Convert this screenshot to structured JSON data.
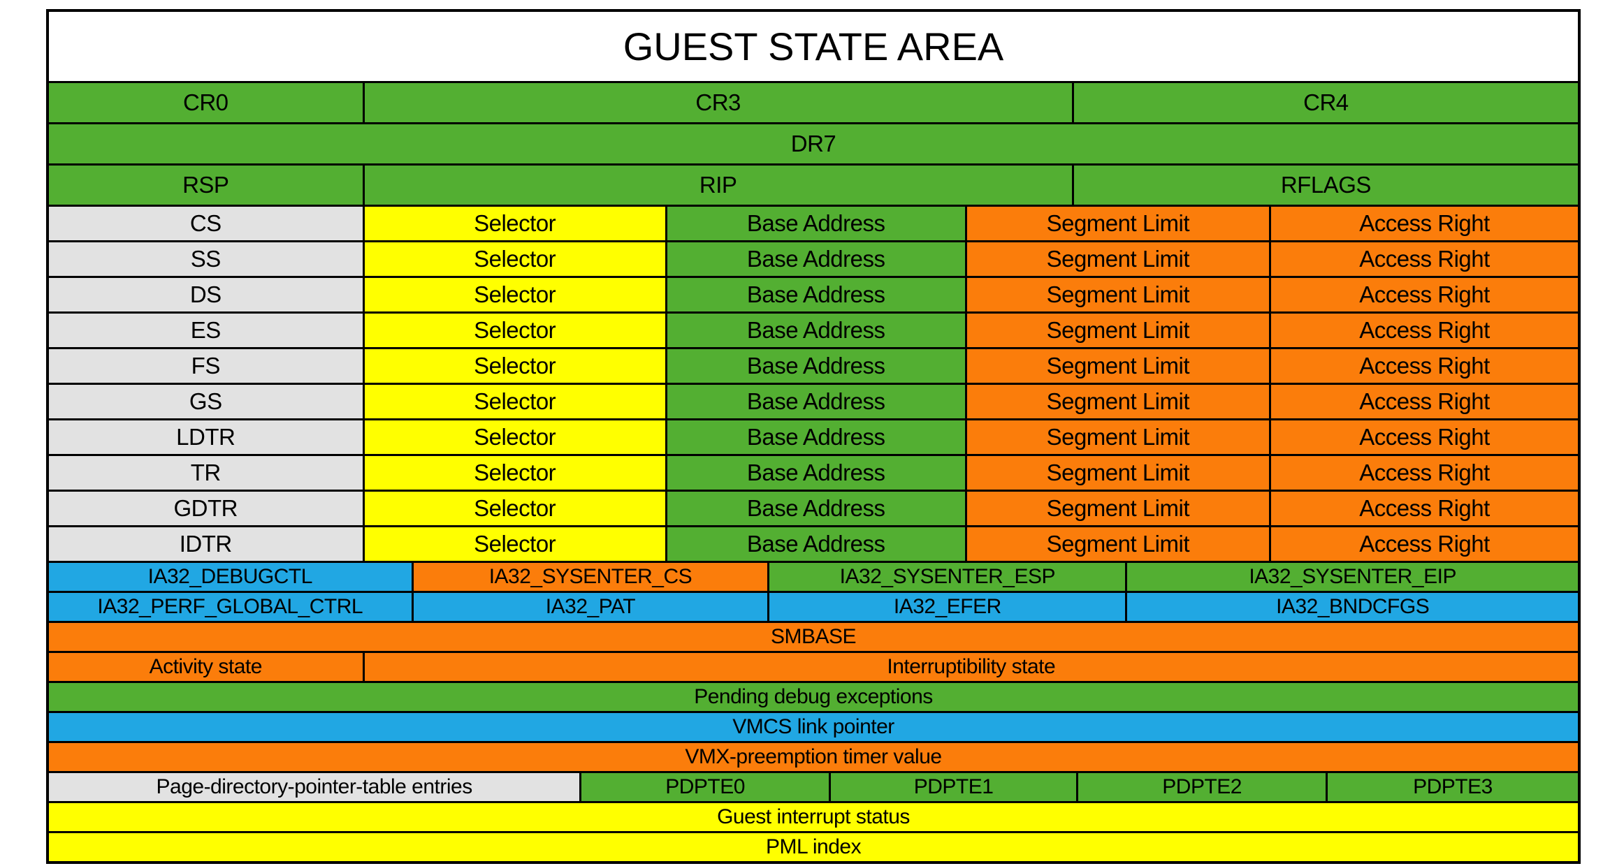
{
  "title": "GUEST STATE AREA",
  "palette": {
    "green": "#53AF32",
    "orange": "#FB7D0B",
    "blue": "#21A7E3",
    "yellow": "#FFFF00",
    "gray": "#E2E2E2",
    "white": "#FFFFFF",
    "border": "#000000",
    "text": "#000000"
  },
  "table": {
    "rows": [
      {
        "id": "title",
        "kind": "title",
        "height": 99,
        "cells": [
          {
            "label": "GUEST STATE AREA",
            "color": "white",
            "width": 0
          }
        ]
      },
      {
        "id": "control-registers",
        "height": 59,
        "cells": [
          {
            "label": "CR0",
            "color": "green",
            "width": 20.5
          },
          {
            "label": "CR3",
            "color": "green",
            "width": 46.4
          },
          {
            "label": "CR4",
            "color": "green",
            "width": 0
          }
        ]
      },
      {
        "id": "dr7",
        "height": 59,
        "cells": [
          {
            "label": "DR7",
            "color": "green",
            "width": 0
          }
        ]
      },
      {
        "id": "rsp-rip-rflags",
        "height": 59,
        "cells": [
          {
            "label": "RSP",
            "color": "green",
            "width": 20.5
          },
          {
            "label": "RIP",
            "color": "green",
            "width": 46.4
          },
          {
            "label": "RFLAGS",
            "color": "green",
            "width": 0
          }
        ]
      },
      {
        "id": "segment-cs",
        "height": 51,
        "cells": [
          {
            "label": "CS",
            "color": "gray",
            "width": 20.5
          },
          {
            "label": "Selector",
            "color": "yellow",
            "width": 19.8
          },
          {
            "label": "Base Address",
            "color": "green",
            "width": 19.6
          },
          {
            "label": "Segment Limit",
            "color": "orange",
            "width": 19.9
          },
          {
            "label": "Access Right",
            "color": "orange",
            "width": 0
          }
        ]
      },
      {
        "id": "segment-ss",
        "height": 51,
        "cells": [
          {
            "label": "SS",
            "color": "gray",
            "width": 20.5
          },
          {
            "label": "Selector",
            "color": "yellow",
            "width": 19.8
          },
          {
            "label": "Base Address",
            "color": "green",
            "width": 19.6
          },
          {
            "label": "Segment Limit",
            "color": "orange",
            "width": 19.9
          },
          {
            "label": "Access Right",
            "color": "orange",
            "width": 0
          }
        ]
      },
      {
        "id": "segment-ds",
        "height": 51,
        "cells": [
          {
            "label": "DS",
            "color": "gray",
            "width": 20.5
          },
          {
            "label": "Selector",
            "color": "yellow",
            "width": 19.8
          },
          {
            "label": "Base Address",
            "color": "green",
            "width": 19.6
          },
          {
            "label": "Segment Limit",
            "color": "orange",
            "width": 19.9
          },
          {
            "label": "Access Right",
            "color": "orange",
            "width": 0
          }
        ]
      },
      {
        "id": "segment-es",
        "height": 51,
        "cells": [
          {
            "label": "ES",
            "color": "gray",
            "width": 20.5
          },
          {
            "label": "Selector",
            "color": "yellow",
            "width": 19.8
          },
          {
            "label": "Base Address",
            "color": "green",
            "width": 19.6
          },
          {
            "label": "Segment Limit",
            "color": "orange",
            "width": 19.9
          },
          {
            "label": "Access Right",
            "color": "orange",
            "width": 0
          }
        ]
      },
      {
        "id": "segment-fs",
        "height": 51,
        "cells": [
          {
            "label": "FS",
            "color": "gray",
            "width": 20.5
          },
          {
            "label": "Selector",
            "color": "yellow",
            "width": 19.8
          },
          {
            "label": "Base Address",
            "color": "green",
            "width": 19.6
          },
          {
            "label": "Segment Limit",
            "color": "orange",
            "width": 19.9
          },
          {
            "label": "Access Right",
            "color": "orange",
            "width": 0
          }
        ]
      },
      {
        "id": "segment-gs",
        "height": 51,
        "cells": [
          {
            "label": "GS",
            "color": "gray",
            "width": 20.5
          },
          {
            "label": "Selector",
            "color": "yellow",
            "width": 19.8
          },
          {
            "label": "Base Address",
            "color": "green",
            "width": 19.6
          },
          {
            "label": "Segment Limit",
            "color": "orange",
            "width": 19.9
          },
          {
            "label": "Access Right",
            "color": "orange",
            "width": 0
          }
        ]
      },
      {
        "id": "segment-ldtr",
        "height": 51,
        "cells": [
          {
            "label": "LDTR",
            "color": "gray",
            "width": 20.5
          },
          {
            "label": "Selector",
            "color": "yellow",
            "width": 19.8
          },
          {
            "label": "Base Address",
            "color": "green",
            "width": 19.6
          },
          {
            "label": "Segment Limit",
            "color": "orange",
            "width": 19.9
          },
          {
            "label": "Access Right",
            "color": "orange",
            "width": 0
          }
        ]
      },
      {
        "id": "segment-tr",
        "height": 51,
        "cells": [
          {
            "label": "TR",
            "color": "gray",
            "width": 20.5
          },
          {
            "label": "Selector",
            "color": "yellow",
            "width": 19.8
          },
          {
            "label": "Base Address",
            "color": "green",
            "width": 19.6
          },
          {
            "label": "Segment Limit",
            "color": "orange",
            "width": 19.9
          },
          {
            "label": "Access Right",
            "color": "orange",
            "width": 0
          }
        ]
      },
      {
        "id": "segment-gdtr",
        "height": 51,
        "cells": [
          {
            "label": "GDTR",
            "color": "gray",
            "width": 20.5
          },
          {
            "label": "Selector",
            "color": "yellow",
            "width": 19.8
          },
          {
            "label": "Base Address",
            "color": "green",
            "width": 19.6
          },
          {
            "label": "Segment Limit",
            "color": "orange",
            "width": 19.9
          },
          {
            "label": "Access Right",
            "color": "orange",
            "width": 0
          }
        ]
      },
      {
        "id": "segment-idtr",
        "height": 51,
        "cells": [
          {
            "label": "IDTR",
            "color": "gray",
            "width": 20.5
          },
          {
            "label": "Selector",
            "color": "yellow",
            "width": 19.8
          },
          {
            "label": "Base Address",
            "color": "green",
            "width": 19.6
          },
          {
            "label": "Segment Limit",
            "color": "orange",
            "width": 19.9
          },
          {
            "label": "Access Right",
            "color": "orange",
            "width": 0
          }
        ]
      },
      {
        "id": "msr-row-1",
        "height": 43,
        "cells": [
          {
            "label": "IA32_DEBUGCTL",
            "color": "blue",
            "width": 23.7
          },
          {
            "label": "IA32_SYSENTER_CS",
            "color": "orange",
            "width": 23.3
          },
          {
            "label": "IA32_SYSENTER_ESP",
            "color": "green",
            "width": 23.4
          },
          {
            "label": "IA32_SYSENTER_EIP",
            "color": "green",
            "width": 0
          }
        ]
      },
      {
        "id": "msr-row-2",
        "height": 43,
        "cells": [
          {
            "label": "IA32_PERF_GLOBAL_CTRL",
            "color": "blue",
            "width": 23.7
          },
          {
            "label": "IA32_PAT",
            "color": "blue",
            "width": 23.3
          },
          {
            "label": "IA32_EFER",
            "color": "blue",
            "width": 23.4
          },
          {
            "label": "IA32_BNDCFGS",
            "color": "blue",
            "width": 0
          }
        ]
      },
      {
        "id": "smbase",
        "height": 43,
        "cells": [
          {
            "label": "SMBASE",
            "color": "orange",
            "width": 0
          }
        ]
      },
      {
        "id": "activity-interruptibility",
        "height": 43,
        "cells": [
          {
            "label": "Activity state",
            "color": "orange",
            "width": 20.5
          },
          {
            "label": "Interruptibility state",
            "color": "orange",
            "width": 0
          }
        ]
      },
      {
        "id": "pending-debug-exceptions",
        "height": 43,
        "cells": [
          {
            "label": "Pending debug exceptions",
            "color": "green",
            "width": 0
          }
        ]
      },
      {
        "id": "vmcs-link-pointer",
        "height": 43,
        "cells": [
          {
            "label": "VMCS link pointer",
            "color": "blue",
            "width": 0
          }
        ]
      },
      {
        "id": "vmx-preemption-timer",
        "height": 43,
        "cells": [
          {
            "label": "VMX-preemption timer value",
            "color": "orange",
            "width": 0
          }
        ]
      },
      {
        "id": "pdpte",
        "height": 43,
        "cells": [
          {
            "label": "Page-directory-pointer-table entries",
            "color": "gray",
            "width": 34.7
          },
          {
            "label": "PDPTE0",
            "color": "green",
            "width": 16.3
          },
          {
            "label": "PDPTE1",
            "color": "green",
            "width": 16.2
          },
          {
            "label": "PDPTE2",
            "color": "green",
            "width": 16.3
          },
          {
            "label": "PDPTE3",
            "color": "green",
            "width": 0
          }
        ]
      },
      {
        "id": "guest-interrupt-status",
        "height": 43,
        "cells": [
          {
            "label": "Guest interrupt status",
            "color": "yellow",
            "width": 0
          }
        ]
      },
      {
        "id": "pml-index",
        "height": 43,
        "cells": [
          {
            "label": "PML index",
            "color": "yellow",
            "width": 0
          }
        ]
      }
    ]
  }
}
